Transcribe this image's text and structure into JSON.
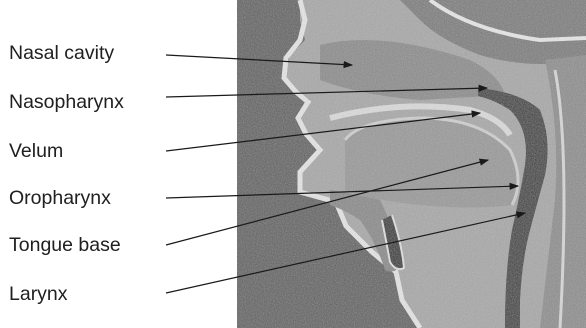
{
  "labels": {
    "nasal_cavity": "Nasal cavity",
    "nasopharynx": "Nasopharynx",
    "velum": "Velum",
    "oropharynx": "Oropharynx",
    "tongue_base": "Tongue base",
    "larynx": "Larynx"
  },
  "image": {
    "description_icon": "sagittal-mri-head-neck",
    "background_color": "#5b5b5b"
  },
  "arrow_color": "#1a1a1a"
}
